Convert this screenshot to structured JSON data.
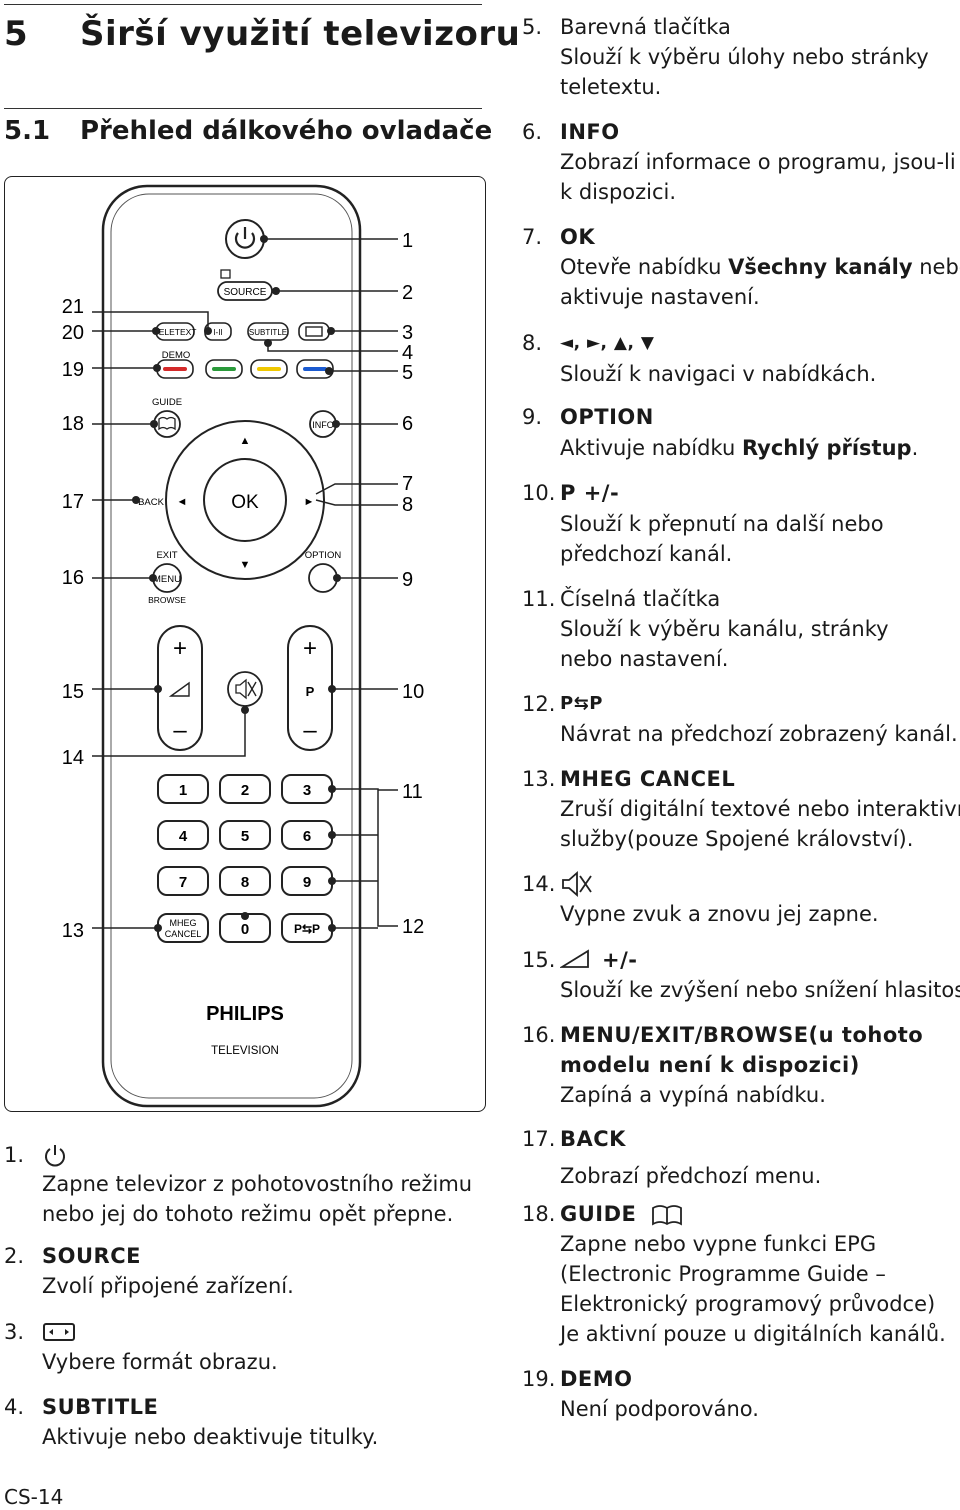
{
  "heading": {
    "number": "5",
    "title": "Širší využití televizoru"
  },
  "subheading": {
    "number": "5.1",
    "title": "Přehled dálkového ovladače"
  },
  "remote": {
    "labels": {
      "teletext": "TELETEXT",
      "source": "SOURCE",
      "subtitle": "SUBTITLE",
      "demo": "DEMO",
      "guide": "GUIDE",
      "info": "INFO",
      "back": "BACK",
      "ok": "OK",
      "exit": "EXIT",
      "menu": "MENU",
      "browse": "BROWSE",
      "option": "OPTION",
      "p": "P",
      "plus": "+",
      "minus": "–",
      "mheg_cancel_1": "MHEG",
      "mheg_cancel_2": "CANCEL",
      "pp": "P⇆P",
      "brand": "PHILIPS",
      "brand_sub": "TELEVISION",
      "dual": "I-II"
    },
    "digits": [
      "1",
      "2",
      "3",
      "4",
      "5",
      "6",
      "7",
      "8",
      "9",
      "0"
    ],
    "color_keys": [
      "#d42a2a",
      "#2a9a3a",
      "#f0c800",
      "#1a5ad0"
    ],
    "callouts_left": [
      "21",
      "20",
      "19",
      "18",
      "17",
      "16",
      "15",
      "14",
      "13"
    ],
    "callouts_right": [
      "1",
      "2",
      "3",
      "4",
      "5",
      "6",
      "7",
      "8",
      "9",
      "10",
      "11",
      "12"
    ]
  },
  "items_left": [
    {
      "num": "1.",
      "icon": "power-icon",
      "desc": [
        "Zapne televizor z pohotovostního režimu",
        "nebo jej do tohoto režimu opět přepne."
      ]
    },
    {
      "num": "2.",
      "title": "SOURCE",
      "desc": [
        "Zvolí připojené zařízení."
      ]
    },
    {
      "num": "3.",
      "icon": "format-icon",
      "desc": [
        "Vybere formát obrazu."
      ]
    },
    {
      "num": "4.",
      "title": "SUBTITLE",
      "desc": [
        "Aktivuje nebo deaktivuje titulky."
      ]
    }
  ],
  "items_right": [
    {
      "num": "5.",
      "title_plain": "Barevná tlačítka",
      "desc": [
        "Slouží k výběru úlohy nebo stránky",
        "teletextu."
      ]
    },
    {
      "num": "6.",
      "title": "INFO",
      "desc": [
        "Zobrazí informace o programu, jsou-li",
        "k dispozici."
      ]
    },
    {
      "num": "7.",
      "title": "OK",
      "desc_rich": [
        [
          "Otevře nabídku ",
          "Všechny kanály",
          " nebo"
        ],
        [
          "aktivuje nastavení.",
          "",
          ""
        ]
      ]
    },
    {
      "num": "8.",
      "title": "◄, ►, ▲, ▼",
      "desc": [
        "Slouží k navigaci v nabídkách."
      ]
    },
    {
      "num": "9.",
      "title": "OPTION",
      "desc_rich": [
        [
          "Aktivuje nabídku ",
          "Rychlý přístup",
          "."
        ]
      ]
    },
    {
      "num": "10.",
      "title": "P +/-",
      "desc": [
        "Slouží k přepnutí na další nebo",
        "předchozí kanál."
      ]
    },
    {
      "num": "11.",
      "title_plain": "Číselná tlačítka",
      "desc": [
        "Slouží k výběru kanálu, stránky",
        "nebo nastavení."
      ]
    },
    {
      "num": "12.",
      "title": "P⇆P",
      "desc": [
        "Návrat na předchozí zobrazený kanál."
      ]
    },
    {
      "num": "13.",
      "title": "MHEG CANCEL",
      "desc": [
        "Zruší digitální textové nebo interaktivní",
        "služby(pouze Spojené království)."
      ]
    },
    {
      "num": "14.",
      "icon": "mute-icon",
      "desc": [
        "Vypne zvuk a znovu jej zapne."
      ]
    },
    {
      "num": "15.",
      "icon": "volume-icon",
      "title": "+/-",
      "desc": [
        "Slouží ke zvýšení nebo snížení hlasitosti."
      ]
    },
    {
      "num": "16.",
      "title": "MENU/EXIT/BROWSE(u tohoto",
      "title2": "modelu není k dispozici)",
      "desc": [
        "Zapíná a vypíná nabídku."
      ]
    },
    {
      "num": "17.",
      "title": "BACK",
      "desc": [
        "Zobrazí předchozí menu."
      ]
    },
    {
      "num": "18.",
      "title": "GUIDE",
      "icon": "guide-icon",
      "desc": [
        "Zapne nebo vypne funkci EPG",
        "(Electronic Programme Guide –",
        "Elektronický programový průvodce)",
        "Je aktivní pouze u digitálních kanálů."
      ]
    },
    {
      "num": "19.",
      "title": "DEMO",
      "desc": [
        "Není podporováno."
      ]
    }
  ],
  "footer": "CS-14"
}
